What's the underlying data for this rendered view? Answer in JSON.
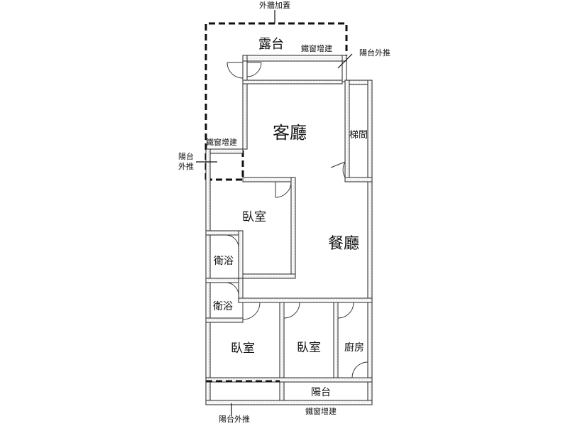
{
  "labels": {
    "extension_roof": "外牆加蓋",
    "terrace": "露台",
    "iron_window_top": "鐵窗增建",
    "balcony_push_top": "陽台外推",
    "living_room": "客廳",
    "stairwell": "梯間",
    "iron_window_left": "鐵窗增建",
    "balcony_push_left_line1": "陽台",
    "balcony_push_left_line2": "外推",
    "bedroom_upper": "臥室",
    "dining_room": "餐廳",
    "bathroom_1": "衛浴",
    "bathroom_2": "衛浴",
    "bedroom_lower_left": "臥室",
    "bedroom_lower_mid": "臥室",
    "kitchen": "廚房",
    "balcony_bottom": "陽台",
    "balcony_push_bottom": "陽台外推",
    "iron_window_bottom": "鐵窗增建"
  }
}
